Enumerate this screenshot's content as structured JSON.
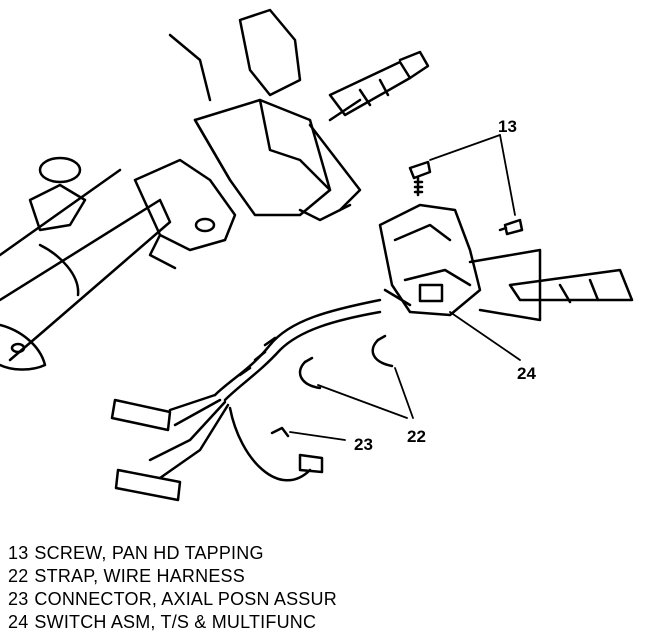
{
  "callouts": {
    "c13": "13",
    "c24": "24",
    "c22": "22",
    "c23": "23"
  },
  "legend": [
    {
      "number": "13",
      "text": "SCREW, PAN HD TAPPING"
    },
    {
      "number": "22",
      "text": "STRAP, WIRE HARNESS"
    },
    {
      "number": "23",
      "text": "CONNECTOR, AXIAL POSN ASSUR"
    },
    {
      "number": "24",
      "text": "SWITCH ASM, T/S & MULTIFUNC"
    }
  ],
  "colors": {
    "ink": "#000000",
    "paper": "#ffffff"
  }
}
